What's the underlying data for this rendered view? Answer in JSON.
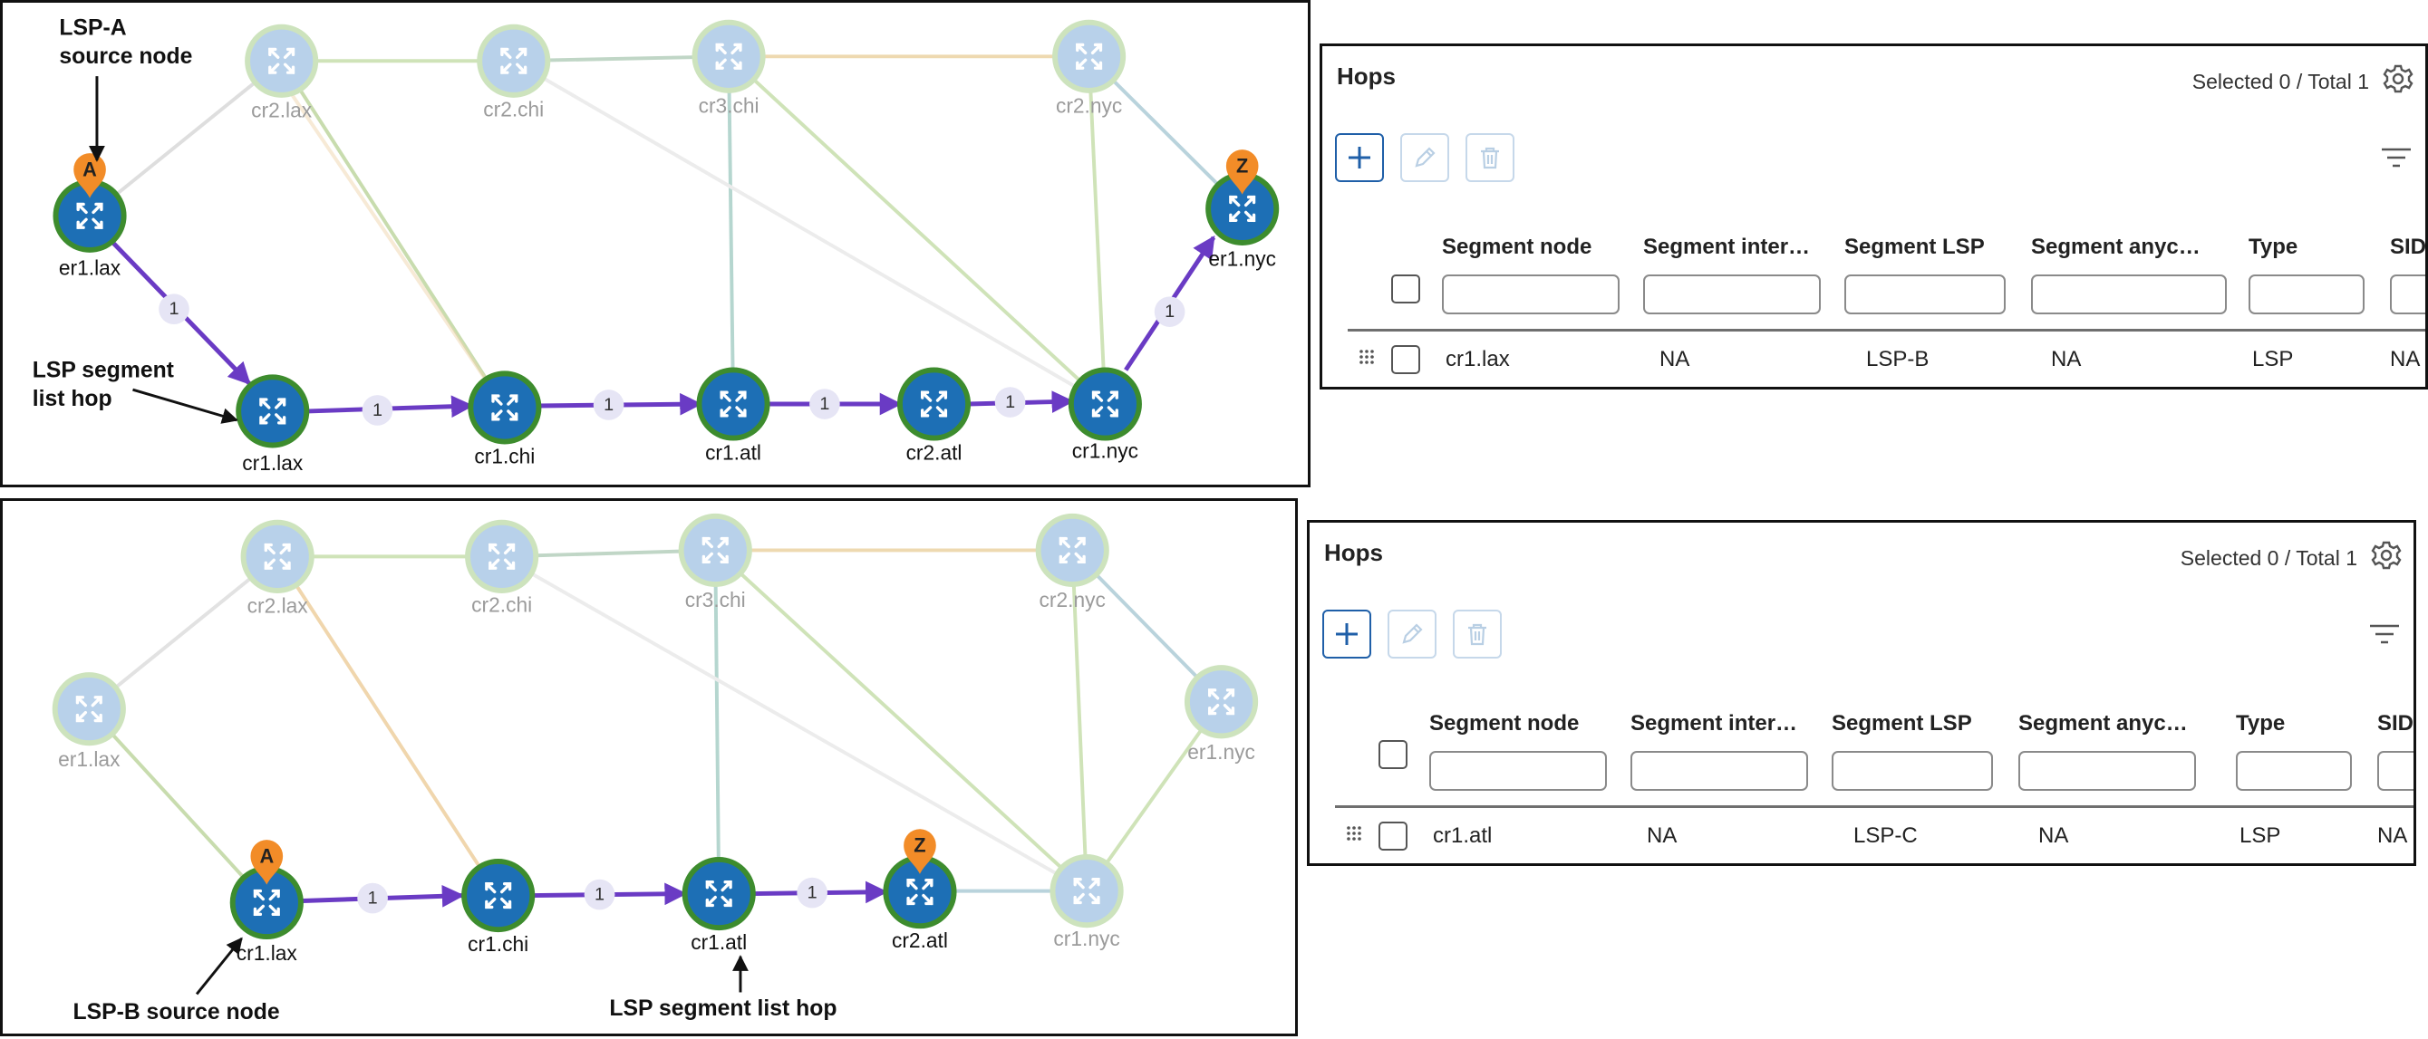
{
  "colors": {
    "active_node": "#1d6fb5",
    "active_ring": "#3d8c2e",
    "dim_node": "#b8d1ea",
    "dim_ring": "#cde3bd",
    "path": "#6a3bc4",
    "pin": "#f28c28"
  },
  "icons": {
    "node": "router-arrows-icon",
    "pin": "map-pin-icon",
    "gear": "gear-icon",
    "filter": "filter-icon",
    "add": "plus-icon",
    "edit": "pencil-icon",
    "delete": "trash-icon",
    "grip": "drag-handle-icon"
  },
  "diagrams": [
    {
      "id": "top",
      "annotations": [
        {
          "id": "lspa",
          "lines": [
            "LSP-A",
            "source node"
          ]
        },
        {
          "id": "seg",
          "lines": [
            "LSP segment",
            "list hop"
          ]
        }
      ],
      "nodes": [
        {
          "id": "cr2lax",
          "label": "cr2.lax",
          "state": "dim"
        },
        {
          "id": "cr2chi",
          "label": "cr2.chi",
          "state": "dim"
        },
        {
          "id": "cr3chi",
          "label": "cr3.chi",
          "state": "dim"
        },
        {
          "id": "cr2nyc",
          "label": "cr2.nyc",
          "state": "dim"
        },
        {
          "id": "er1lax",
          "label": "er1.lax",
          "state": "active"
        },
        {
          "id": "er1nyc",
          "label": "er1.nyc",
          "state": "active"
        },
        {
          "id": "cr1lax",
          "label": "cr1.lax",
          "state": "active"
        },
        {
          "id": "cr1chi",
          "label": "cr1.chi",
          "state": "active"
        },
        {
          "id": "cr1atl",
          "label": "cr1.atl",
          "state": "active"
        },
        {
          "id": "cr2atl",
          "label": "cr2.atl",
          "state": "active"
        },
        {
          "id": "cr1nyc",
          "label": "cr1.nyc",
          "state": "active"
        }
      ],
      "pins": [
        {
          "node": "er1lax",
          "label": "A"
        },
        {
          "node": "er1nyc",
          "label": "Z"
        }
      ],
      "path_hops": [
        {
          "from": "er1lax",
          "to": "cr1lax",
          "label": "1"
        },
        {
          "from": "cr1lax",
          "to": "cr1chi",
          "label": "1"
        },
        {
          "from": "cr1chi",
          "to": "cr1atl",
          "label": "1"
        },
        {
          "from": "cr1atl",
          "to": "cr2atl",
          "label": "1"
        },
        {
          "from": "cr2atl",
          "to": "cr1nyc",
          "label": "1"
        },
        {
          "from": "cr1nyc",
          "to": "er1nyc",
          "label": "1"
        }
      ]
    },
    {
      "id": "bottom",
      "annotations": [
        {
          "id": "lspb",
          "lines": [
            "LSP-B source node"
          ]
        },
        {
          "id": "seg",
          "lines": [
            "LSP segment list hop"
          ]
        }
      ],
      "nodes": [
        {
          "id": "cr2lax",
          "label": "cr2.lax",
          "state": "dim"
        },
        {
          "id": "cr2chi",
          "label": "cr2.chi",
          "state": "dim"
        },
        {
          "id": "cr3chi",
          "label": "cr3.chi",
          "state": "dim"
        },
        {
          "id": "cr2nyc",
          "label": "cr2.nyc",
          "state": "dim"
        },
        {
          "id": "er1lax",
          "label": "er1.lax",
          "state": "dim"
        },
        {
          "id": "er1nyc",
          "label": "er1.nyc",
          "state": "dim"
        },
        {
          "id": "cr1nyc",
          "label": "cr1.nyc",
          "state": "dim"
        },
        {
          "id": "cr1lax",
          "label": "cr1.lax",
          "state": "active"
        },
        {
          "id": "cr1chi",
          "label": "cr1.chi",
          "state": "active"
        },
        {
          "id": "cr1atl",
          "label": "cr1.atl",
          "state": "active"
        },
        {
          "id": "cr2atl",
          "label": "cr2.atl",
          "state": "active"
        }
      ],
      "pins": [
        {
          "node": "cr1lax",
          "label": "A"
        },
        {
          "node": "cr2atl",
          "label": "Z"
        }
      ],
      "path_hops": [
        {
          "from": "cr1lax",
          "to": "cr1chi",
          "label": "1"
        },
        {
          "from": "cr1chi",
          "to": "cr1atl",
          "label": "1"
        },
        {
          "from": "cr1atl",
          "to": "cr2atl",
          "label": "1"
        }
      ]
    }
  ],
  "hops_panels": [
    {
      "title": "Hops",
      "selection": "Selected 0 / Total 1",
      "columns": [
        "Segment node",
        "Segment inter…",
        "Segment LSP",
        "Segment anyc…",
        "Type",
        "SID"
      ],
      "rows": [
        [
          "cr1.lax",
          "NA",
          "LSP-B",
          "NA",
          "LSP",
          "NA"
        ]
      ]
    },
    {
      "title": "Hops",
      "selection": "Selected 0 / Total 1",
      "columns": [
        "Segment node",
        "Segment inter…",
        "Segment LSP",
        "Segment anyc…",
        "Type",
        "SID"
      ],
      "rows": [
        [
          "cr1.atl",
          "NA",
          "LSP-C",
          "NA",
          "LSP",
          "NA"
        ]
      ]
    }
  ]
}
